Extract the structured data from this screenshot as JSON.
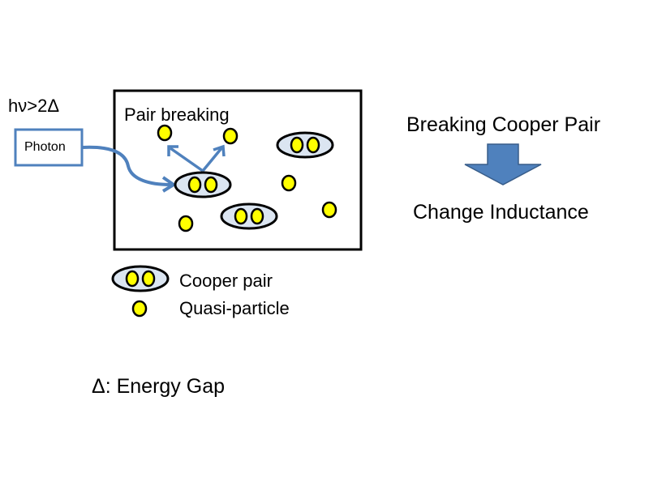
{
  "labels": {
    "condition": "hν>2Δ",
    "photon": "Photon",
    "pair_breaking": "Pair breaking",
    "breaking_cooper_pair": "Breaking Cooper Pair",
    "change_inductance": "Change Inductance",
    "legend_cooper_pair": "Cooper pair",
    "legend_quasi_particle": "Quasi-particle",
    "energy_gap": "Δ: Energy Gap"
  },
  "colors": {
    "particle_fill": "#ffff00",
    "pair_fill": "#dbe5f1",
    "arrow_blue": "#4f81bd",
    "outline": "#000000"
  }
}
